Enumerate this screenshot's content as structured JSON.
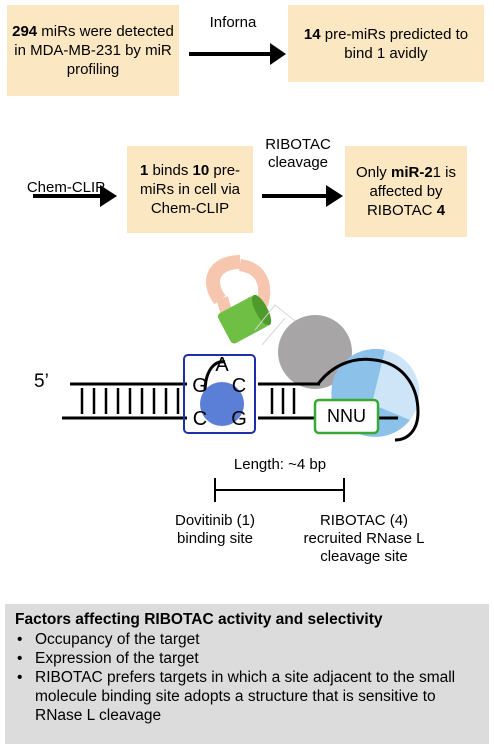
{
  "flow": {
    "box1": {
      "bold": "294",
      "text": " miRs were detected in MDA-MB-231 by miR profiling"
    },
    "arrow1_label": "Inforna",
    "box2": {
      "bold": "14",
      "text": " pre-miRs predicted to bind 1 avidly"
    },
    "arrow2_label": "Chem-CLIP",
    "box3": {
      "bold1": "1",
      "mid1": " binds ",
      "bold2": "10",
      "mid2": " pre-miRs in cell via Chem-CLIP"
    },
    "arrow3_label": "RIBOTAC cleavage",
    "box4": {
      "pre": "Only ",
      "bold": "miR-2",
      "mid": "1 is affected by RIBOTAC ",
      "bold2": "4"
    }
  },
  "structure": {
    "five_prime": "5’",
    "base_a": "A",
    "base_g1": "G",
    "base_c1": "C",
    "base_c2": "C",
    "base_g2": "G",
    "motif": "NNU",
    "length": "Length: ~4 bp",
    "site1_line1": "Dovitinib (1)",
    "site1_line2": "binding site",
    "site2_line1": "RIBOTAC (4)",
    "site2_line2": "recruited RNase L",
    "site2_line3": "cleavage site",
    "colors": {
      "box_fill": "#fbe8c2",
      "inner_box": "#1e2fa8",
      "dovitinib": "#5b7fd6",
      "nnu_box": "#39a935",
      "rnase": "#8cc2ea",
      "peach": "#f6c7ae",
      "green_cyl": "#6fbf44",
      "gray_ball": "#a7a5a5"
    }
  },
  "factors": {
    "title": "Factors affecting RIBOTAC activity and selectivity",
    "items": [
      "Occupancy of the target",
      "Expression of the target",
      "RIBOTAC prefers targets in which a site adjacent to the small molecule binding site adopts a structure that is sensitive to RNase L cleavage"
    ]
  }
}
